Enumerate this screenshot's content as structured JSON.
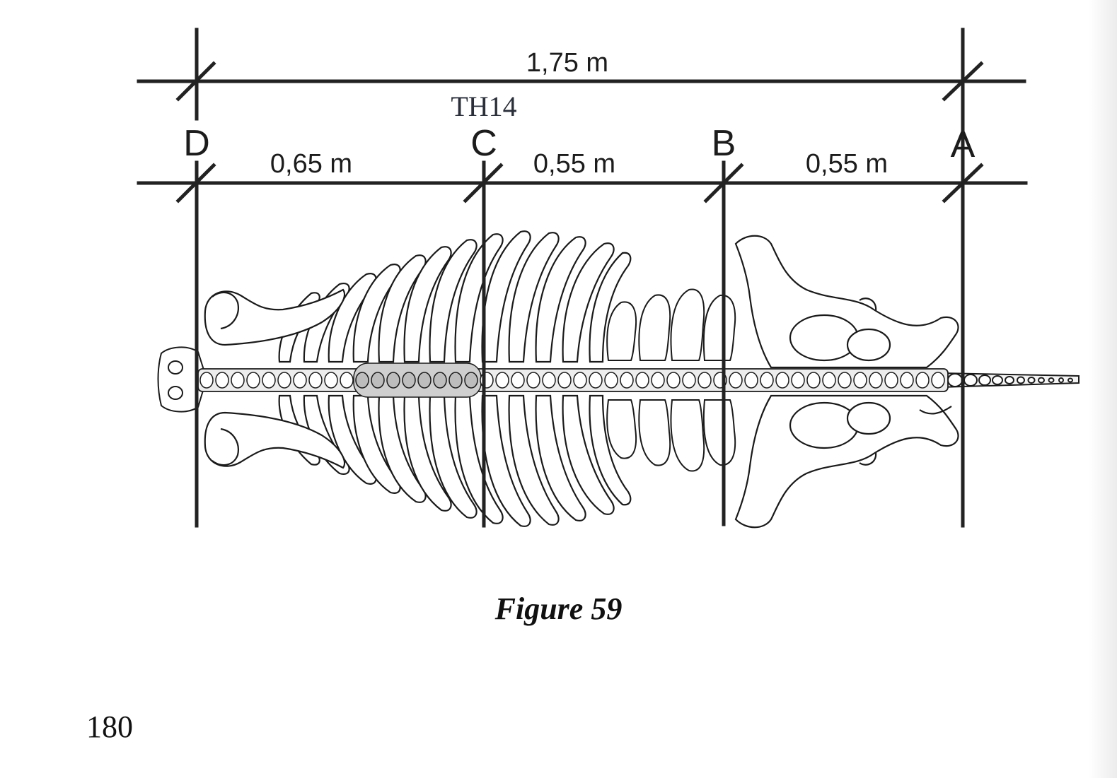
{
  "diagram": {
    "total_length_label": "1,75 m",
    "marker_label": "TH14",
    "points": {
      "d": "D",
      "c": "C",
      "b": "B",
      "a": "A"
    },
    "segments": {
      "d_to_c": "0,65 m",
      "c_to_b": "0,55 m",
      "b_to_a": "0,55 m"
    }
  },
  "caption": "Figure 59",
  "page_number": "180"
}
